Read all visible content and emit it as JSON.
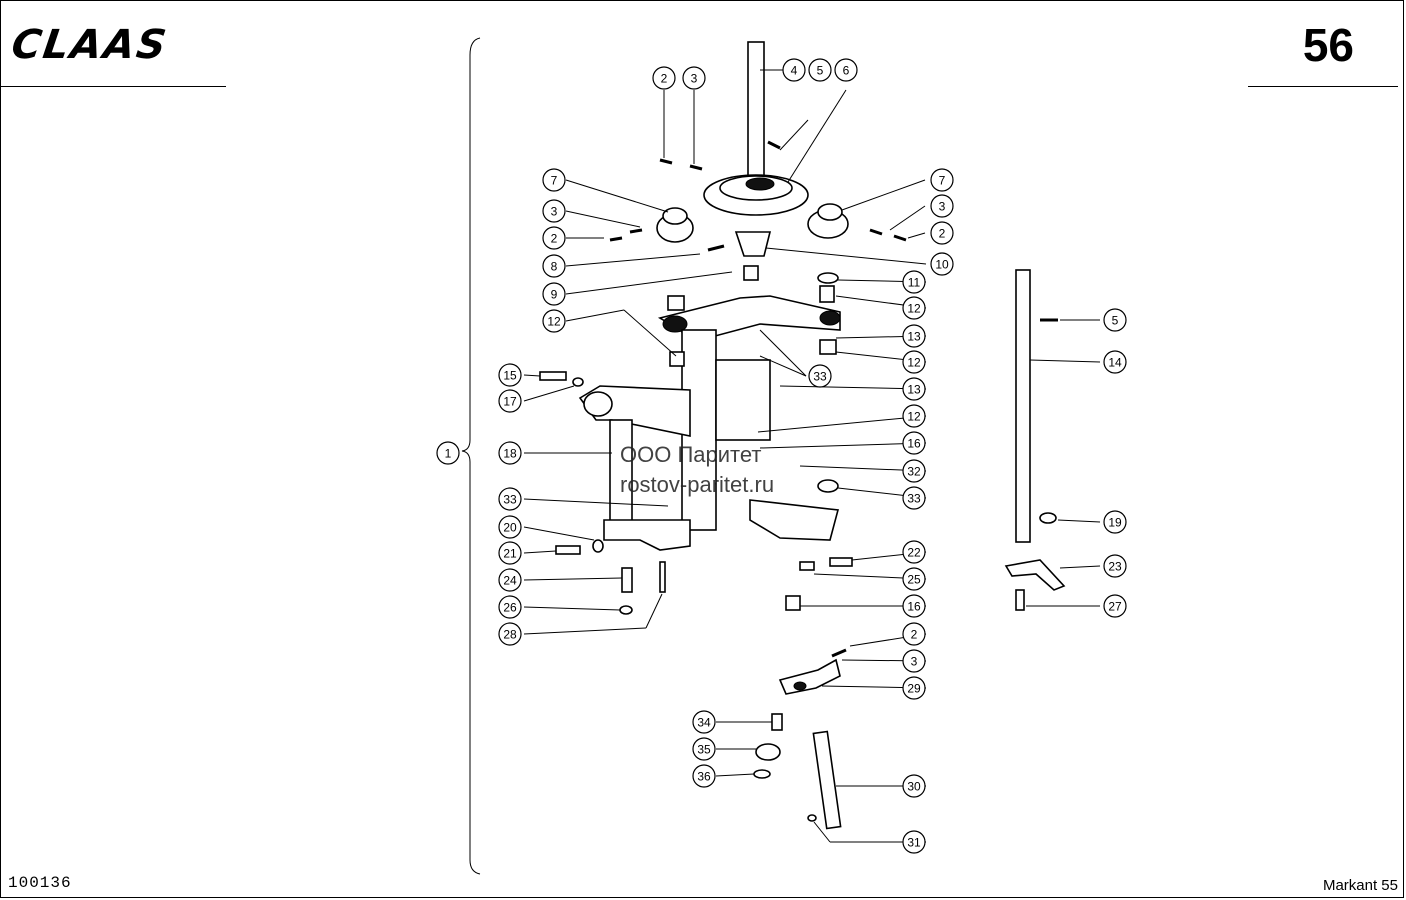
{
  "header": {
    "brand": "CLAAS",
    "page_number": "56"
  },
  "footer": {
    "document_id": "100136",
    "model": "Markant 55"
  },
  "watermark": [
    "ООО Паритет",
    "rostov-paritet.ru"
  ],
  "callouts": [
    {
      "label": "2"
    },
    {
      "label": "3"
    },
    {
      "label": "4"
    },
    {
      "label": "5"
    },
    {
      "label": "6"
    },
    {
      "label": "7"
    },
    {
      "label": "3"
    },
    {
      "label": "2"
    },
    {
      "label": "8"
    },
    {
      "label": "9"
    },
    {
      "label": "12"
    },
    {
      "label": "7"
    },
    {
      "label": "3"
    },
    {
      "label": "2"
    },
    {
      "label": "10"
    },
    {
      "label": "11"
    },
    {
      "label": "12"
    },
    {
      "label": "13"
    },
    {
      "label": "12"
    },
    {
      "label": "33"
    },
    {
      "label": "13"
    },
    {
      "label": "12"
    },
    {
      "label": "16"
    },
    {
      "label": "32"
    },
    {
      "label": "33"
    },
    {
      "label": "15"
    },
    {
      "label": "17"
    },
    {
      "label": "1"
    },
    {
      "label": "18"
    },
    {
      "label": "33"
    },
    {
      "label": "20"
    },
    {
      "label": "21"
    },
    {
      "label": "24"
    },
    {
      "label": "26"
    },
    {
      "label": "28"
    },
    {
      "label": "22"
    },
    {
      "label": "25"
    },
    {
      "label": "16"
    },
    {
      "label": "2"
    },
    {
      "label": "3"
    },
    {
      "label": "29"
    },
    {
      "label": "34"
    },
    {
      "label": "35"
    },
    {
      "label": "36"
    },
    {
      "label": "30"
    },
    {
      "label": "31"
    },
    {
      "label": "5"
    },
    {
      "label": "14"
    },
    {
      "label": "19"
    },
    {
      "label": "23"
    },
    {
      "label": "27"
    }
  ]
}
